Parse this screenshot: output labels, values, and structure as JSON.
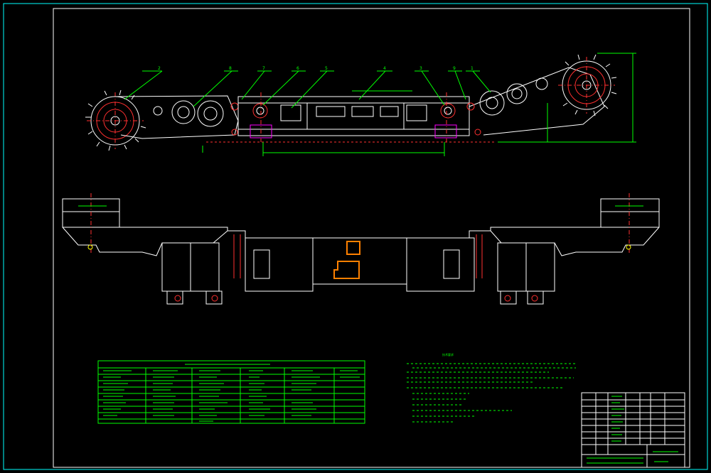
{
  "colors": {
    "background": "#000000",
    "frame": "#00ffff",
    "outline": "#ffffff",
    "dimension": "#00ff00",
    "center_line": "#ff3030",
    "highlight": "#ff8000"
  },
  "callouts": [
    "2",
    "8",
    "7",
    "6",
    "5",
    "4",
    "3",
    "9",
    "1"
  ],
  "notes_title": "技术要求"
}
